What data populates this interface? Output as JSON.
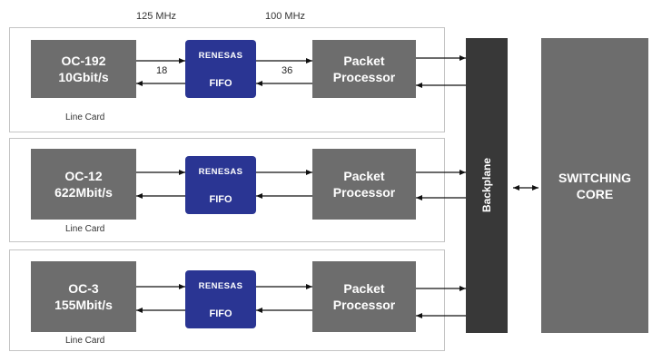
{
  "clocks": {
    "left": "125 MHz",
    "right": "100 MHz"
  },
  "cards": [
    {
      "line1": "OC-192",
      "line2": "10Gbit/s",
      "fifo_logo": "RENESAS",
      "fifo_label": "FIFO",
      "pp1": "Packet",
      "pp2": "Processor",
      "caption": "Line Card",
      "width_in": "18",
      "width_out": "36"
    },
    {
      "line1": "OC-12",
      "line2": "622Mbit/s",
      "fifo_logo": "RENESAS",
      "fifo_label": "FIFO",
      "pp1": "Packet",
      "pp2": "Processor",
      "caption": "Line Card"
    },
    {
      "line1": "OC-3",
      "line2": "155Mbit/s",
      "fifo_logo": "RENESAS",
      "fifo_label": "FIFO",
      "pp1": "Packet",
      "pp2": "Processor",
      "caption": "Line Card"
    }
  ],
  "backplane": {
    "label": "Backplane"
  },
  "core": {
    "line1": "SWITCHING",
    "line2": "CORE"
  }
}
